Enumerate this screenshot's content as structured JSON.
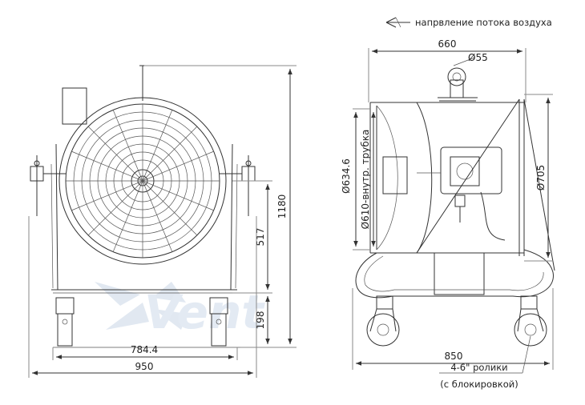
{
  "front_view": {
    "dims": {
      "height_total": "1180",
      "height_axis": "517",
      "height_base": "198",
      "width_inner": "784.4",
      "width_total": "950"
    }
  },
  "side_view": {
    "airflow_label": "напрвление потока воздуха",
    "dims": {
      "width_top": "660",
      "pipe_dia": "Ø55",
      "outer_dia": "Ø634.6",
      "inner_dia": "Ø610-внутр. трубка",
      "ring_dia": "Ø705",
      "base_width": "850"
    },
    "casters_label_1": "4-6\" ролики",
    "casters_label_2": "(с блокировкой)"
  },
  "watermark": "Vent"
}
